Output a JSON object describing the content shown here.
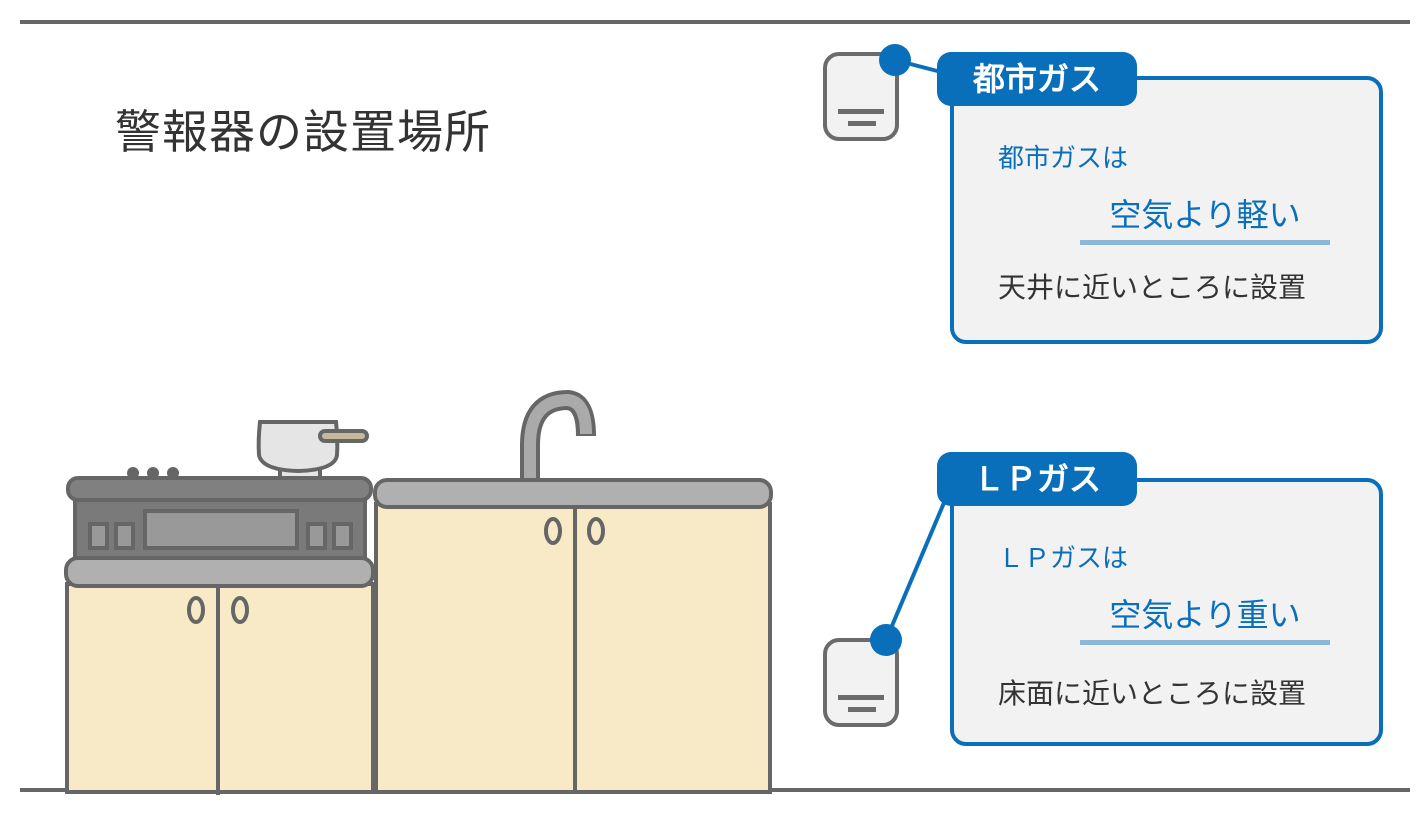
{
  "title": "警報器の設置場所",
  "city_gas": {
    "label": "都市ガス",
    "intro": "都市ガスは",
    "property": "空気より軽い",
    "placement": "天井に近いところに設置"
  },
  "lp_gas": {
    "label": "ＬＰガス",
    "intro": "ＬＰガスは",
    "property": "空気より重い",
    "placement": "床面に近いところに設置"
  },
  "colors": {
    "accent": "#0a6fba",
    "cabinet": "#f8eac6",
    "outline": "#666666"
  }
}
